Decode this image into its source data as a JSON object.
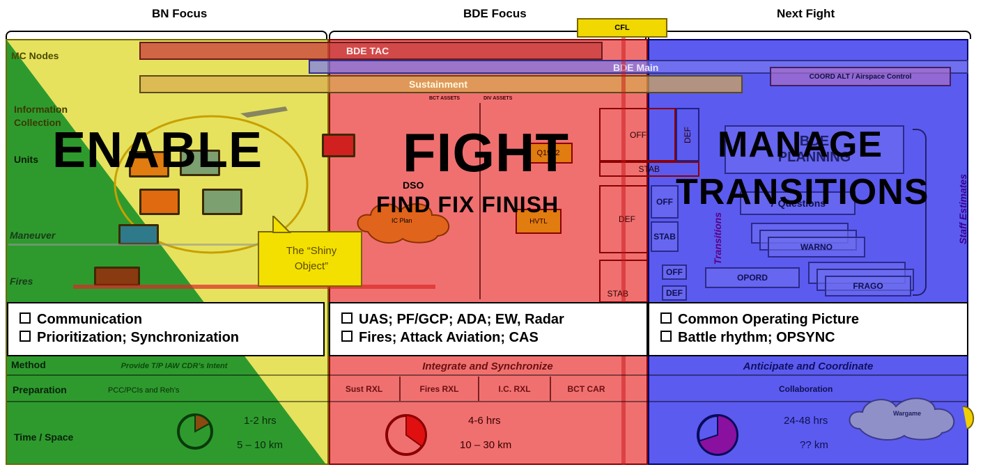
{
  "headers": {
    "bn": "BN Focus",
    "bde": "BDE Focus",
    "next": "Next Fight"
  },
  "cfl": "CFL",
  "row_labels": {
    "mc_nodes": "MC Nodes",
    "information_collection": "Information Collection",
    "units": "Units",
    "maneuver": "Maneuver",
    "fires": "Fires",
    "method": "Method",
    "preparation": "Preparation",
    "time_space": "Time / Space"
  },
  "bars": {
    "bde_tac": "BDE TAC",
    "bde_main": "BDE Main",
    "sustainment": "Sustainment",
    "coord_alt": "COORD ALT / Airspace Control"
  },
  "bn": {
    "title": "ENABLE",
    "callout": "The “Shiny Object”",
    "bullets": [
      "Communication",
      "Prioritization; Synchronization"
    ],
    "method": "Provide T/P IAW CDR’s Intent",
    "preparation": "PCC/PCIs and Reh’s",
    "time": "1-2 hrs",
    "distance": "5 – 10 km",
    "pie_fraction": 0.17
  },
  "bde": {
    "title": "FIGHT",
    "subtitle": "FIND FIX FINISH",
    "bct_assets": "BCT ASSETS",
    "div_assets": "DIV ASSETS",
    "dso": "DSO",
    "ic_plan": "IC Plan",
    "q1972": "Q1972",
    "hvtl": "HVTL",
    "ph_off": "OFF",
    "ph_def_rot": "DEF",
    "ph_stab": "STAB",
    "ph_def": "DEF",
    "ph_stab2": "STAB",
    "bullets": [
      "UAS; PF/GCP; ADA; EW, Radar",
      "Fires; Attack Aviation; CAS"
    ],
    "method": "Integrate and Synchronize",
    "prep_items": [
      "Sust RXL",
      "Fires RXL",
      "I.C. RXL",
      "BCT CAR"
    ],
    "time": "4-6 hrs",
    "distance": "10 – 30 km",
    "pie_fraction": 0.35
  },
  "next": {
    "title_line1": "MANAGE",
    "title_line2": "TRANSITIONS",
    "bde_planning": "BDE PLANNING",
    "seven_questions": "7 Questions",
    "warno": "WARNO",
    "opord": "OPORD",
    "frago": "FRAGO",
    "transitions": "Transitions",
    "staff_estimates": "Staff Estimates",
    "off": "OFF",
    "stab": "STAB",
    "off2": "OFF",
    "def2": "DEF",
    "bullets": [
      "Common Operating Picture",
      "Battle rhythm; OPSYNC"
    ],
    "method": "Anticipate and Coordinate",
    "preparation": "Collaboration",
    "wargame": "Wargame",
    "time": "24-48 hrs",
    "distance": "?? km",
    "pie_fraction": 0.7
  },
  "colors": {
    "green": "#2e9a2e",
    "yellow": "#e6e25e",
    "red": "#f07070",
    "blue": "#5b5bf0"
  }
}
